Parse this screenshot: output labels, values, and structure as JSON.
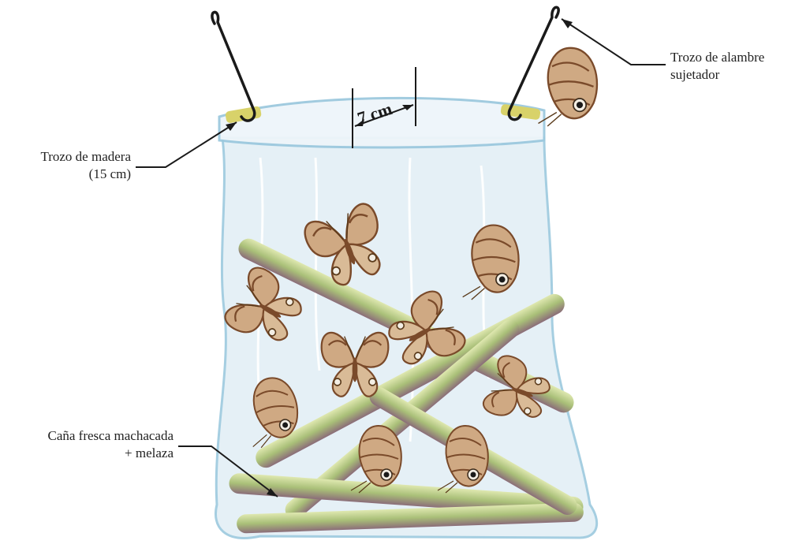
{
  "labels": {
    "wire": {
      "line1": "Trozo de alambre",
      "line2": "sujetador"
    },
    "wood": {
      "line1": "Trozo de madera",
      "line2": "(15 cm)"
    },
    "cane": {
      "line1": "Caña fresca machacada",
      "line2": "+ melaza"
    },
    "dimension": "7 cm"
  },
  "colors": {
    "bag_outline": "#9cc9de",
    "bag_fill": "#e3eff6",
    "wood": "#d8d26a",
    "wire": "#1a1a1a",
    "cane": "#b8c98a",
    "cane_shadow": "#8a6a72",
    "butterfly_wing": "#c9a47f",
    "butterfly_dark": "#7a4a2a"
  }
}
